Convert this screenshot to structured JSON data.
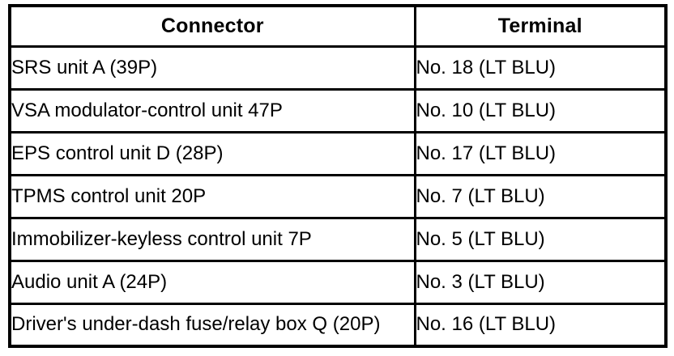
{
  "table": {
    "headers": {
      "connector": "Connector",
      "terminal": "Terminal"
    },
    "rows": [
      {
        "connector": "SRS unit A (39P)",
        "terminal": "No. 18 (LT BLU)"
      },
      {
        "connector": "VSA modulator-control unit 47P",
        "terminal": "No. 10 (LT BLU)"
      },
      {
        "connector": "EPS control unit D (28P)",
        "terminal": "No. 17 (LT BLU)"
      },
      {
        "connector": "TPMS control unit 20P",
        "terminal": "No. 7 (LT BLU)"
      },
      {
        "connector": "Immobilizer-keyless control unit 7P",
        "terminal": "No. 5 (LT BLU)"
      },
      {
        "connector": "Audio unit A (24P)",
        "terminal": "No. 3 (LT BLU)"
      },
      {
        "connector": "Driver's under-dash fuse/relay box Q (20P)",
        "terminal": "No. 16 (LT BLU)"
      }
    ]
  },
  "colors": {
    "border": "#000000",
    "text": "#000000",
    "background": "#ffffff"
  }
}
